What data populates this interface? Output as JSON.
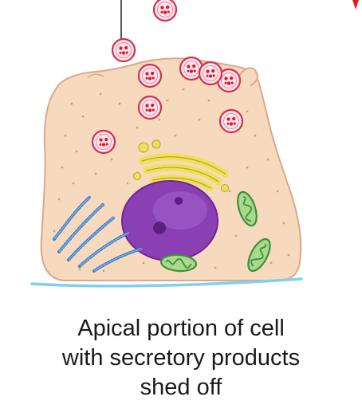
{
  "caption": {
    "line1": "Apical portion of cell",
    "line2": "with secretory products",
    "line3": "shed off"
  },
  "colors": {
    "cytoplasm": "#f7d9bd",
    "cell_outline": "#d9a98a",
    "granule_dots": "#c9a27c",
    "vesicle_fill": "#fde6ec",
    "vesicle_outline": "#d1304f",
    "vesicle_granule": "#e0122f",
    "golgi": "#efe05a",
    "golgi_outline": "#b9a41a",
    "nucleus": "#8a3fb3",
    "nucleolus": "#5d1f86",
    "rough_er": "#3c7bc8",
    "ribosome": "#1d3f8c",
    "mitochondria": "#a9d98c",
    "mitochondria_outline": "#3f8f3a",
    "basement_membrane": "#7fd0ef",
    "pointer_line": "#555555",
    "accent_mark": "#e02020"
  }
}
